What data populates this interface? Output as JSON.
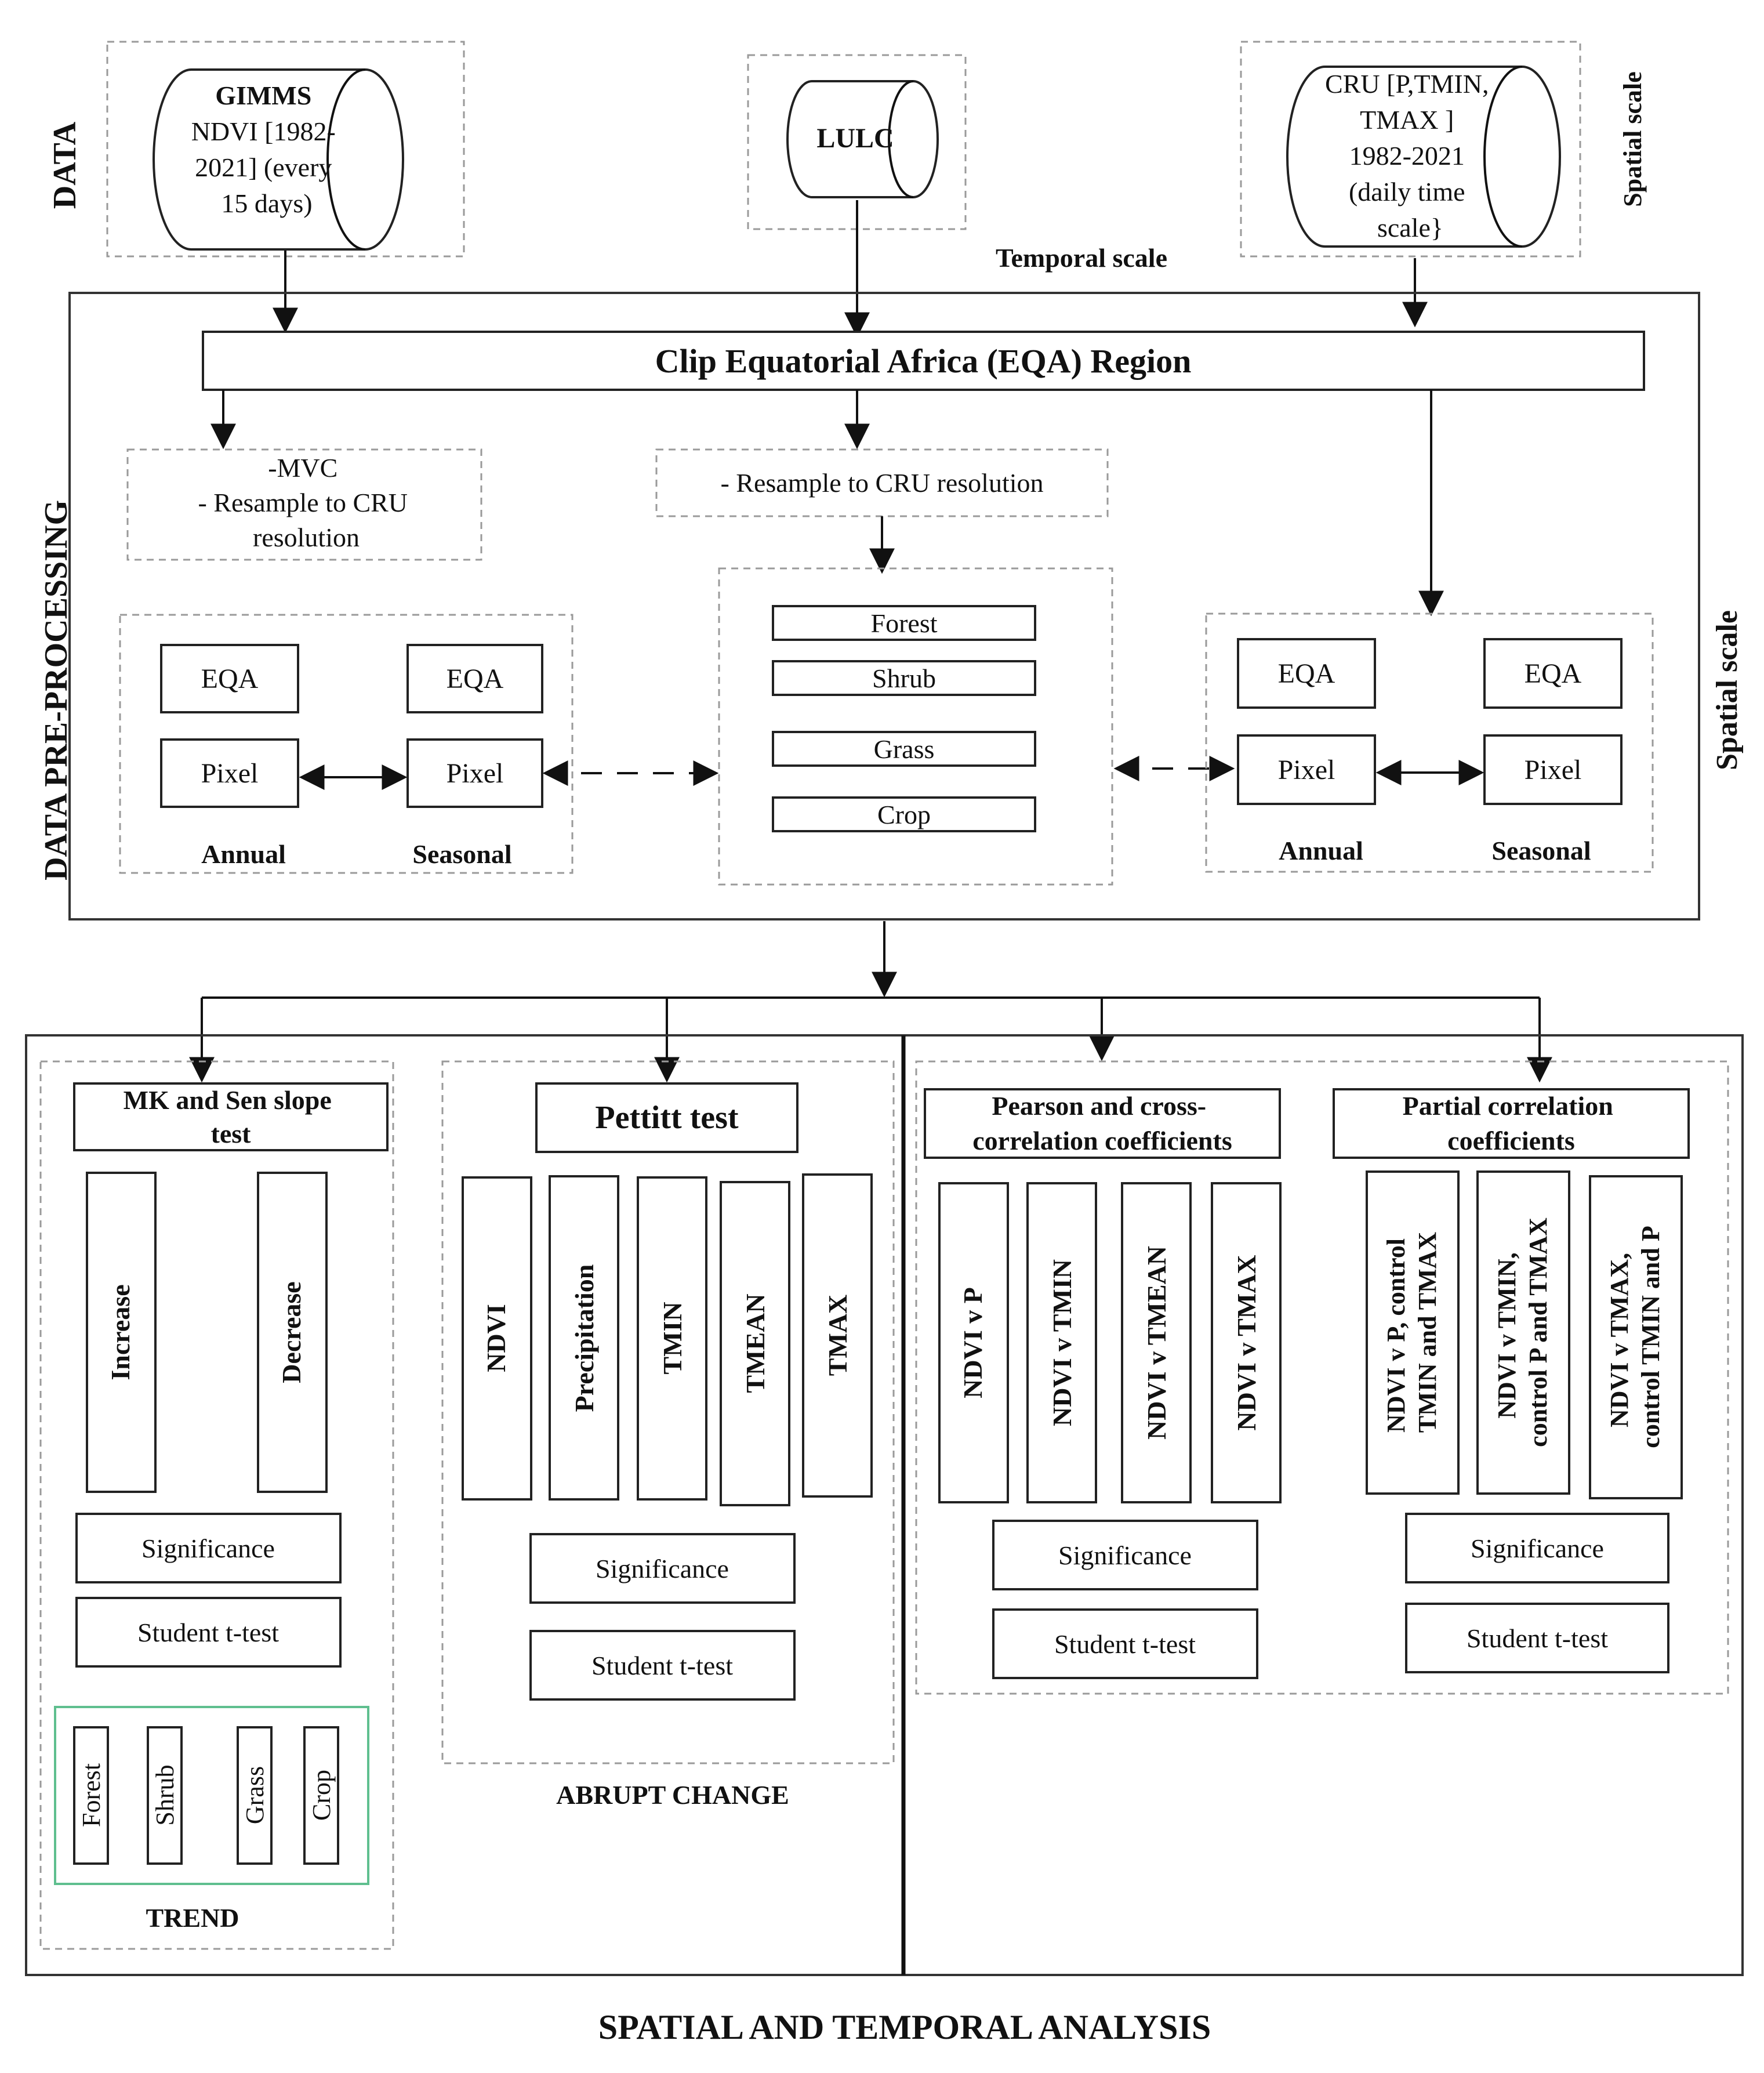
{
  "labels": {
    "data": "DATA",
    "data_preprocessing": "DATA PRE-PROCESSING",
    "spatial_scale_top": "Spatial scale",
    "spatial_scale_side": "Spatial scale",
    "temporal_scale": "Temporal scale",
    "spatial_temporal_analysis": "SPATIAL AND TEMPORAL ANALYSIS",
    "trend": "TREND",
    "abrupt_change": "ABRUPT CHANGE"
  },
  "sources": {
    "gimms": [
      "GIMMS",
      "NDVI [1982-",
      "2021] (every",
      "15 days)"
    ],
    "lulc": "LULC",
    "cru": [
      "CRU [P,TMIN,",
      "TMAX ]",
      "1982-2021",
      "(daily time",
      "scale}"
    ]
  },
  "preprocessing": {
    "clip": "Clip Equatorial Africa (EQA) Region",
    "ndvi_steps": [
      "-MVC",
      "- Resample to CRU",
      "resolution"
    ],
    "lulc_step": "- Resample to CRU resolution",
    "eqa": "EQA",
    "pixel": "Pixel",
    "annual": "Annual",
    "seasonal": "Seasonal",
    "land_covers": [
      "Forest",
      "Shrub",
      "Grass",
      "Crop"
    ]
  },
  "analysis": {
    "mk": {
      "title": [
        "MK and Sen slope",
        "test"
      ],
      "increase": "Increase",
      "decrease": "Decrease",
      "significance": "Significance",
      "ttest": "Student t-test",
      "land_covers": [
        "Forest",
        "Shrub",
        "Grass",
        "Crop"
      ]
    },
    "pettitt": {
      "title": "Pettitt test",
      "variables": [
        "NDVI",
        "Precipitation",
        "TMIN",
        "TMEAN",
        "TMAX"
      ],
      "significance": "Significance",
      "ttest": "Student t-test"
    },
    "pearson": {
      "title": [
        "Pearson and cross-",
        "correlation coefficients"
      ],
      "pairs": [
        "NDVI v P",
        "NDVI v TMIN",
        "NDVI v TMEAN",
        "NDVI v TMAX"
      ],
      "significance": "Significance",
      "ttest": "Student t-test"
    },
    "partial": {
      "title": [
        "Partial correlation",
        "coefficients"
      ],
      "pairs": [
        [
          "NDVI v P, control",
          "TMIN and TMAX"
        ],
        [
          "NDVI v TMIN,",
          "control P and TMAX"
        ],
        [
          "NDVI v TMAX,",
          "control TMIN and P"
        ]
      ],
      "significance": "Significance",
      "ttest": "Student t-test"
    }
  }
}
